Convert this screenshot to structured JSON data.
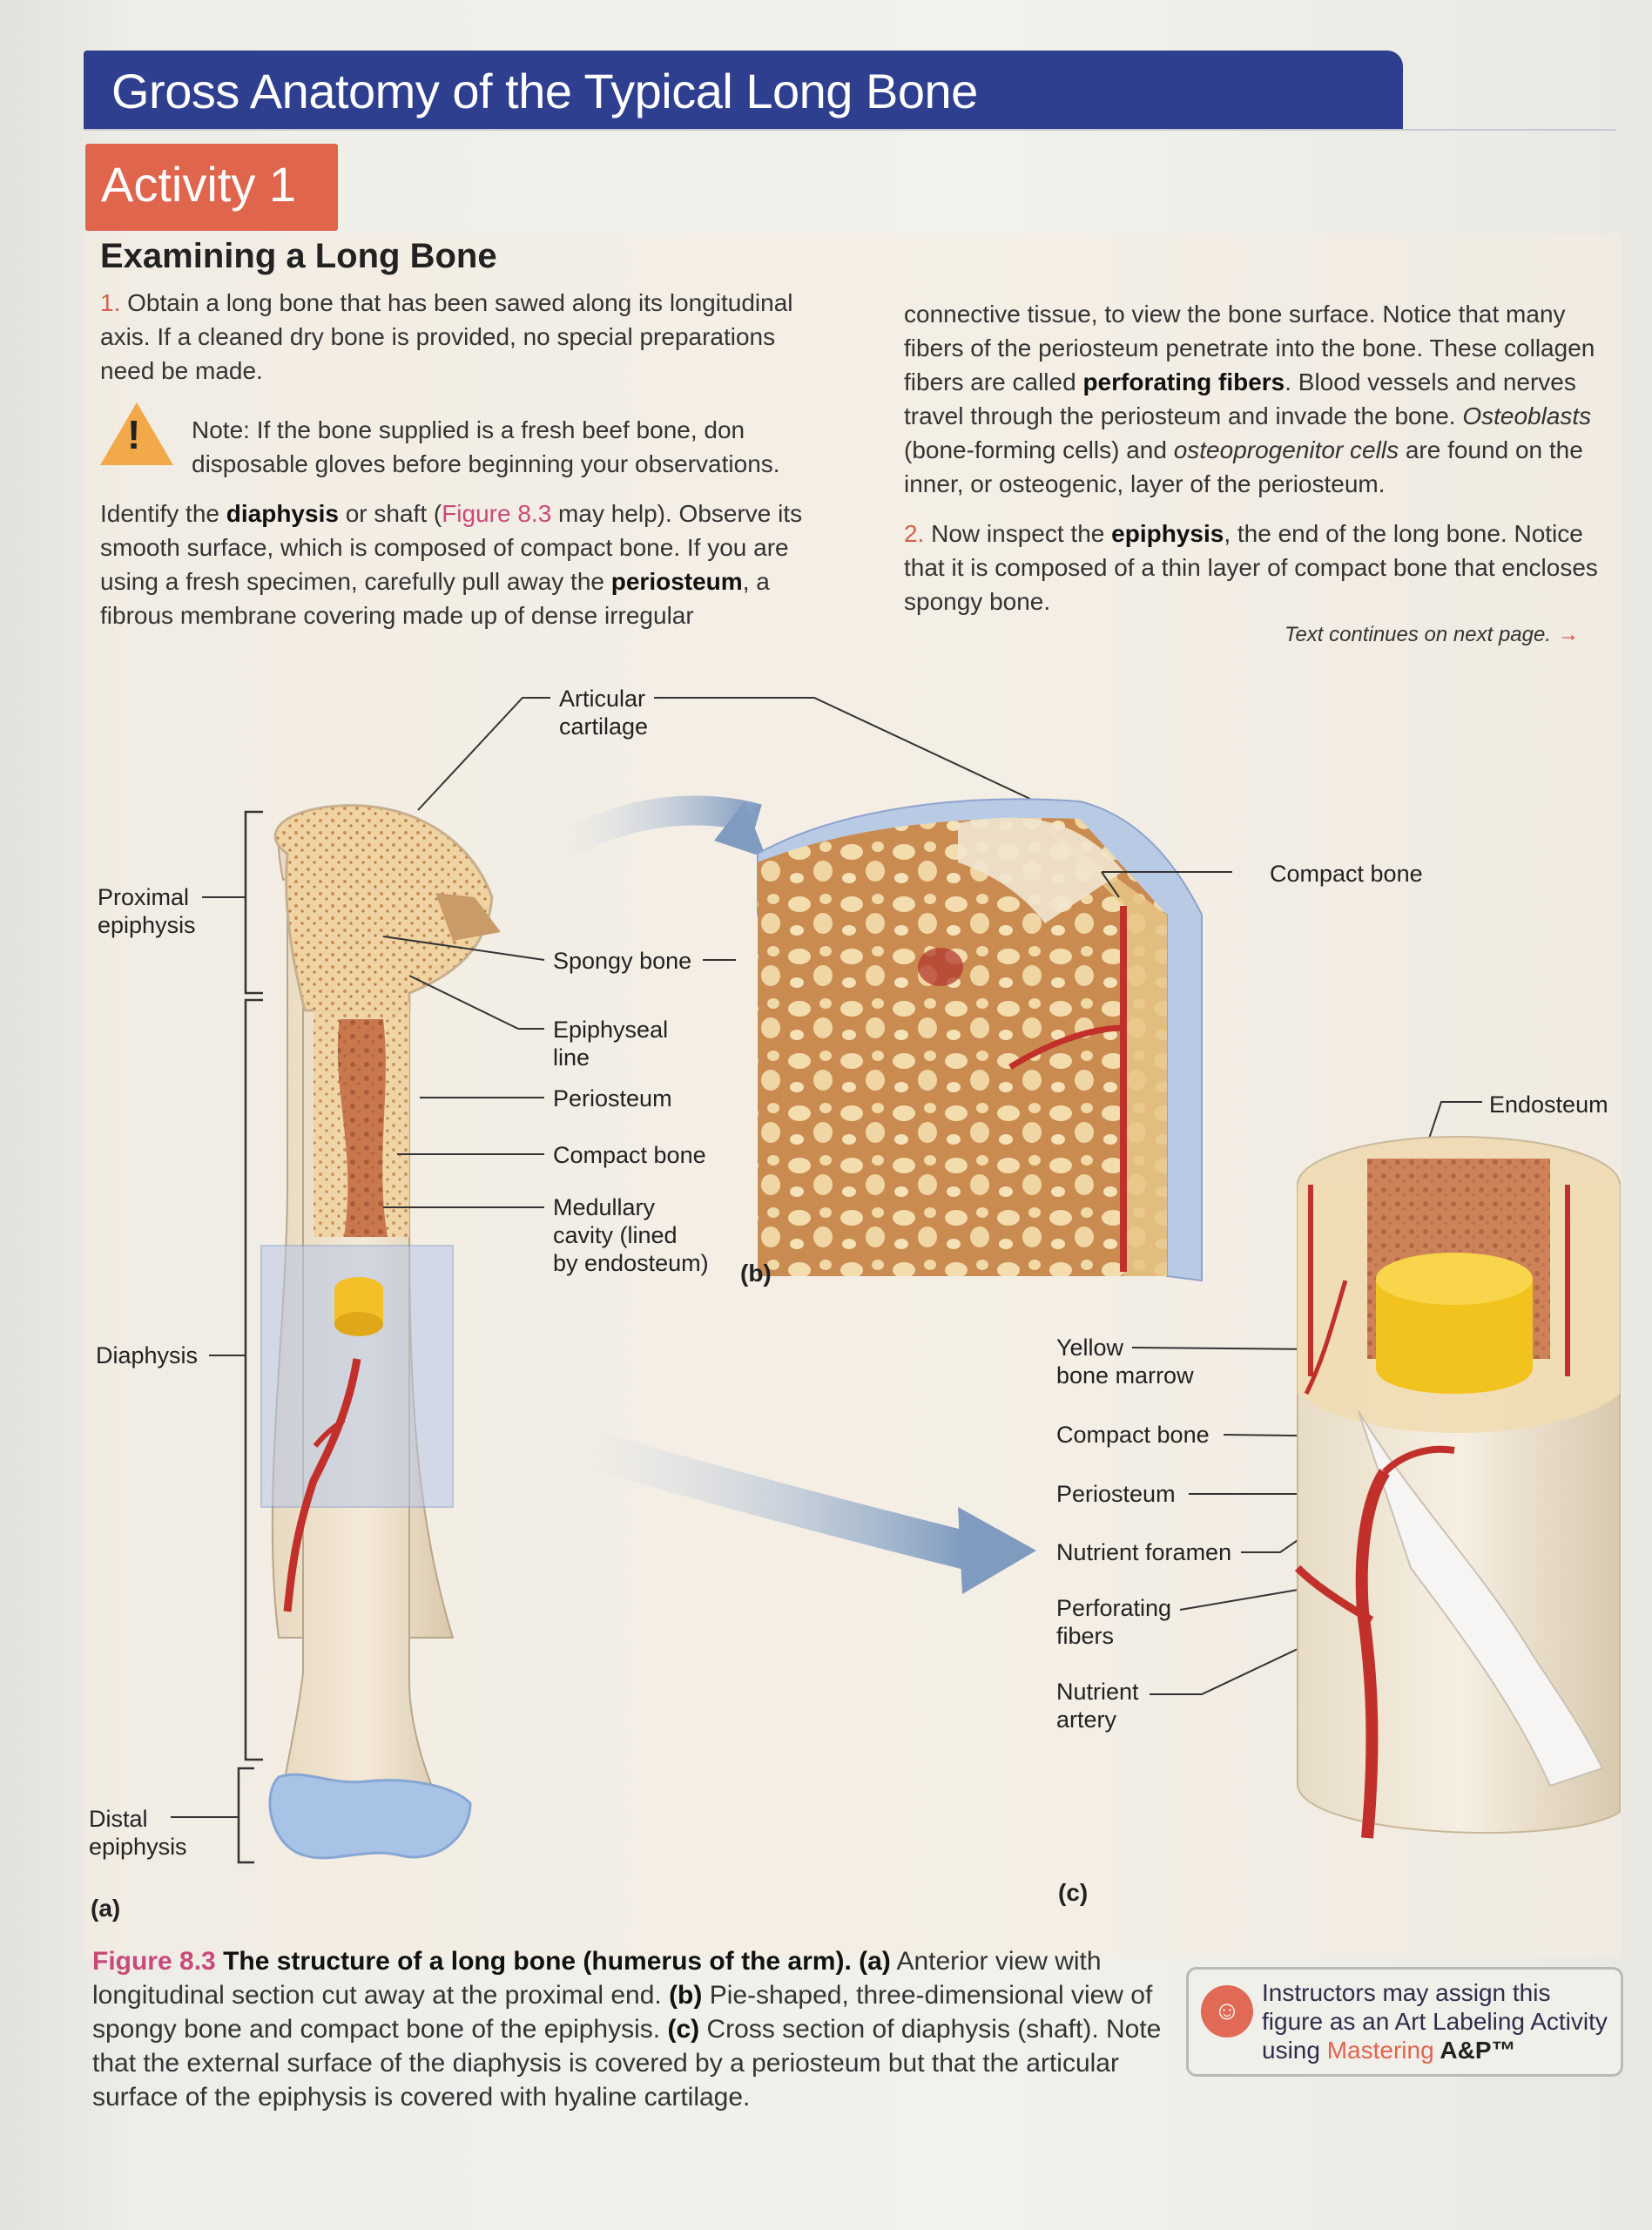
{
  "header": {
    "title": "Gross Anatomy of the Typical Long Bone",
    "activity_label": "Activity 1"
  },
  "activity": {
    "heading": "Examining a Long Bone",
    "step1_number": "1.",
    "step1_text": "Obtain a long bone that has been sawed along its longitudinal axis. If a cleaned dry bone is provided, no special preparations need be made.",
    "note_text": "Note: If the bone supplied is a fresh beef bone, don disposable gloves before beginning your observations.",
    "identify_prefix": "Identify the ",
    "diaphysis": "diaphysis",
    "or_shaft": " or shaft (",
    "figure_ref": "Figure 8.3",
    "may_help": " may help). Observe its smooth surface, which is composed of compact bone. If you are using a fresh specimen, carefully pull away the ",
    "periosteum": "periosteum",
    "fibrous": ", a fibrous membrane covering made up of dense irregular",
    "col2_a": "connective tissue, to view the bone surface. Notice that many fibers of the periosteum penetrate into the bone. These collagen fibers are called ",
    "perforating_fibers": "perforating fibers",
    "col2_b": ". Blood vessels and nerves travel through the periosteum and invade the bone. ",
    "osteoblasts": "Osteoblasts",
    "col2_c": " (bone-forming cells) and ",
    "osteoprogenitor": "osteoprogenitor cells",
    "col2_d": " are found on the inner, or osteogenic, layer of the periosteum.",
    "step2_number": "2.",
    "step2_a": " Now inspect the ",
    "epiphysis": "epiphysis",
    "step2_b": ", the end of the long bone. Notice that it is composed of a thin layer of compact bone that encloses spongy bone.",
    "continues": "Text continues on next page.",
    "continues_arrow": "→"
  },
  "figure": {
    "labels_a": {
      "proximal_epiphysis_1": "Proximal",
      "proximal_epiphysis_2": "epiphysis",
      "diaphysis": "Diaphysis",
      "distal_epiphysis_1": "Distal",
      "distal_epiphysis_2": "epiphysis",
      "articular_1": "Articular",
      "articular_2": "cartilage",
      "spongy": "Spongy bone",
      "epiphyseal_1": "Epiphyseal",
      "epiphyseal_2": "line",
      "periosteum": "Periosteum",
      "compact": "Compact bone",
      "medullary_1": "Medullary",
      "medullary_2": "cavity (lined",
      "medullary_3": "by endosteum)"
    },
    "labels_b": {
      "compact": "Compact bone"
    },
    "labels_c": {
      "endosteum": "Endosteum",
      "yellow_1": "Yellow",
      "yellow_2": "bone marrow",
      "compact": "Compact bone",
      "periosteum": "Periosteum",
      "nutrient_foramen": "Nutrient foramen",
      "perforating_1": "Perforating",
      "perforating_2": "fibers",
      "nutrient_artery_1": "Nutrient",
      "nutrient_artery_2": "artery"
    },
    "panel_a": "(a)",
    "panel_b": "(b)",
    "panel_c": "(c)"
  },
  "caption": {
    "figure_number": "Figure 8.3",
    "title": "The structure of a long bone (humerus of the arm). (a)",
    "part_a": " Anterior view with longitudinal section cut away at the proximal end. ",
    "b_bold": "(b)",
    "part_b": " Pie-shaped, three-dimensional view of spongy bone and compact bone of the epiphysis. ",
    "c_bold": "(c)",
    "part_c": " Cross section of diaphysis (shaft). Note that the external surface of the diaphysis is covered by a periosteum but that the articular surface of the epiphysis is covered with hyaline cartilage."
  },
  "note_box": {
    "line": "Instructors may assign this figure as an Art Labeling Activity using ",
    "mastering": "Mastering",
    "ap": " A&P™"
  },
  "colors": {
    "title_bar": "#2f3f8f",
    "activity_tab": "#e0654d",
    "figure_ref": "#c94a7a",
    "warning": "#f2a94a"
  }
}
